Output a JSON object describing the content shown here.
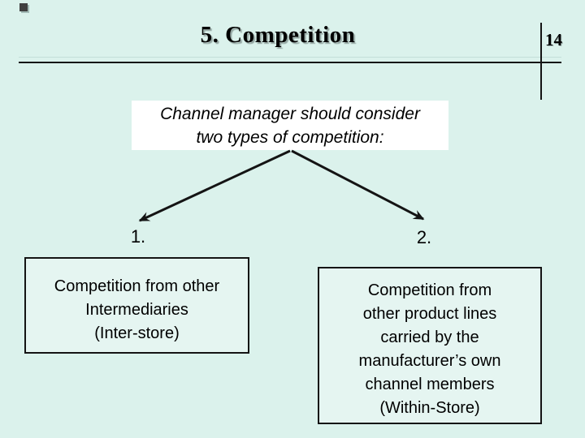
{
  "slide": {
    "title": "5. Competition",
    "page_number": "14",
    "header_box": {
      "line1": "Channel manager should consider",
      "line2": "two types of competition:"
    },
    "branch1": {
      "label": "1.",
      "box_lines": [
        "Competition from other",
        "Intermediaries",
        "(Inter-store)"
      ]
    },
    "branch2": {
      "label": "2.",
      "box_lines": [
        "Competition from",
        "other product lines",
        "carried by the",
        "manufacturer’s own",
        "channel members",
        "(Within-Store)"
      ]
    },
    "colors": {
      "background": "#dbf2ec",
      "header_box_fill": "#ffffff",
      "line_color": "#141414",
      "text_color": "#000000"
    }
  }
}
